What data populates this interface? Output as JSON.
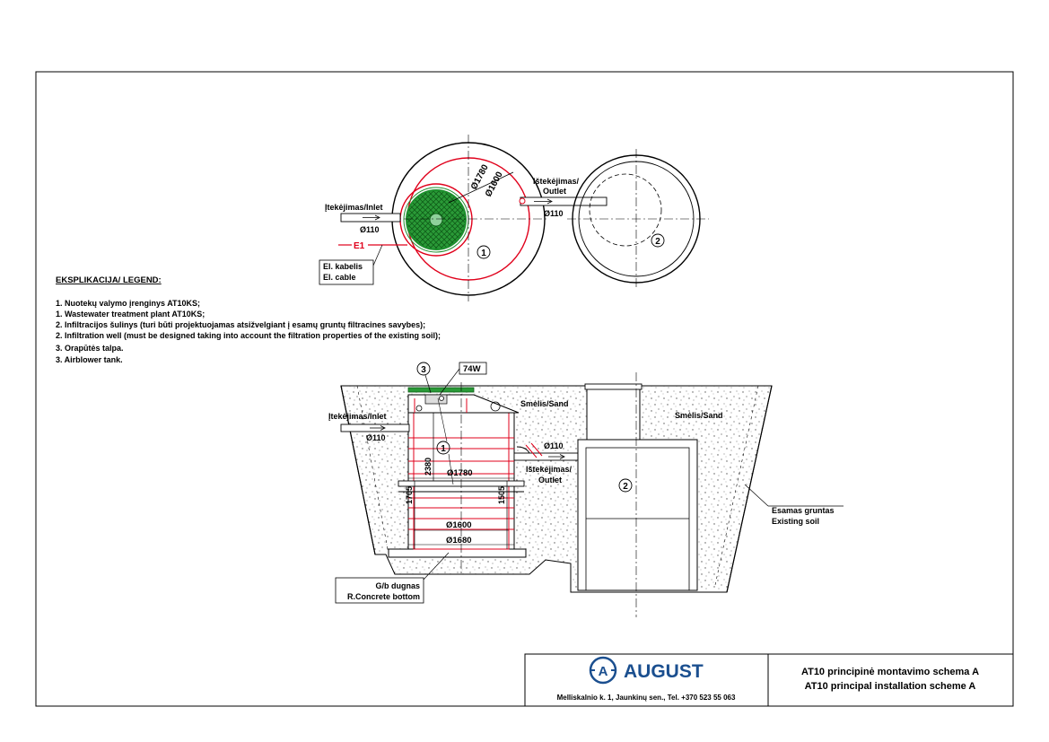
{
  "plan": {
    "inlet_label": "Įtekėjimas/Inlet",
    "inlet_dia": "Ø110",
    "dia_outer": "Ø1780",
    "dia_inner": "Ø1600",
    "outlet_label_1": "Ištekėjimas/",
    "outlet_label_2": "Outlet",
    "outlet_dia": "Ø110",
    "e1": "E1",
    "cable_1": "El. kabelis",
    "cable_2": "El. cable",
    "tag_1": "1",
    "tag_2": "2"
  },
  "legend": {
    "title": "EKSPLIKACIJA/ LEGEND:",
    "items": [
      "1. Nuotekų valymo įrenginys AT10KS;",
      "1. Wastewater treatment plant AT10KS;",
      "2. Infiltracijos šulinys (turi būti projektuojamas atsižvelgiant į esamų gruntų filtracines savybes);",
      "2. Infiltration well (must be designed taking into account the filtration properties of the existing soil);",
      "3. Orapūtės talpa.",
      "3. Airblower tank."
    ]
  },
  "section": {
    "tag_3": "3",
    "tag_74w": "74W",
    "sand_left": "Smėlis/Sand",
    "sand_right": "Smėlis/Sand",
    "inlet_label": "Įtekėjimas/Inlet",
    "inlet_dia": "Ø110",
    "outlet_dia": "Ø110",
    "outlet_label_1": "Ištekėjimas/",
    "outlet_label_2": "Outlet",
    "tag_1": "1",
    "tag_2": "2",
    "h_2380": "2380",
    "h_1705": "1705",
    "h_1505": "1505",
    "d_1780": "Ø1780",
    "d_1600": "Ø1600",
    "d_1680": "Ø1680",
    "soil_1": "Esamas gruntas",
    "soil_2": "Existing soil",
    "bottom_1": "G/b dugnas",
    "bottom_2": "R.Concrete bottom"
  },
  "titleblock": {
    "brand": "AUGUST",
    "address": "Melliskalnio k. 1, Jaunkinų sen., Tel. +370 523 55 063",
    "title_lt": "AT10 principinė montavimo schema A",
    "title_en": "AT10 principal installation scheme A"
  },
  "colors": {
    "accent_red": "#e0001b",
    "filter_green": "#1d8f2d",
    "brand_blue": "#1b4f8f"
  }
}
